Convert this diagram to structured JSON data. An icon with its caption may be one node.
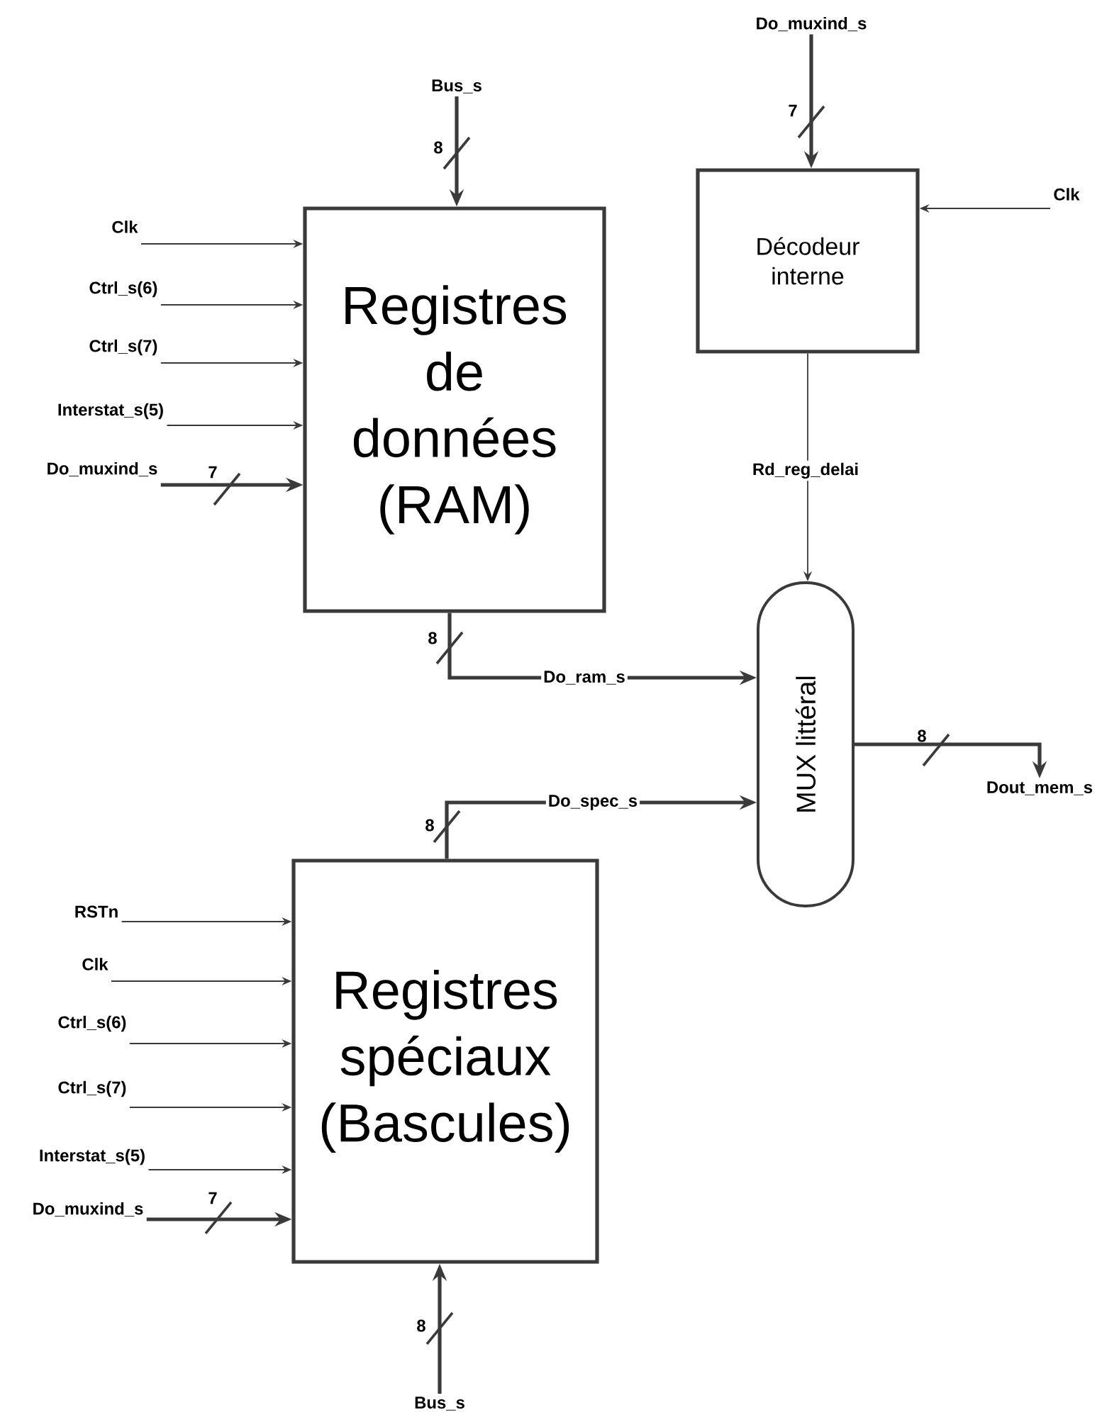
{
  "diagram": {
    "nodes": [
      {
        "text": [
          "Bus_s"
        ]
      },
      {
        "text": [
          "Clk"
        ]
      },
      {
        "text": [
          "Ctrl_s(6)"
        ]
      },
      {
        "text": [
          "Ctrl_s(7)"
        ]
      },
      {
        "text": [
          "Interstat_s(5)"
        ]
      },
      {
        "text": [
          "Do_muxind_s"
        ]
      },
      {
        "text": [
          "Registres de données (RAM)"
        ]
      },
      {
        "text": [
          "Do_muxind_s"
        ]
      },
      {
        "text": [
          "Clk"
        ]
      },
      {
        "text": [
          "Décodeur interne"
        ]
      },
      {
        "text": [
          "MUX littéral"
        ]
      },
      {
        "text": [
          "Dout_mem_s"
        ]
      },
      {
        "text": [
          "RSTn"
        ]
      },
      {
        "text": [
          "Clk"
        ]
      },
      {
        "text": [
          "Ctrl_s(6)"
        ]
      },
      {
        "text": [
          "Ctrl_s(7)"
        ]
      },
      {
        "text": [
          "Interstat_s(5)"
        ]
      },
      {
        "text": [
          "Do_muxind_s"
        ]
      },
      {
        "text": [
          "Registres spéciaux (Bascules)"
        ]
      },
      {
        "text": [
          "Bus_s"
        ]
      }
    ],
    "edges": [
      {
        "from": 0,
        "to": 6,
        "arrow": "to",
        "style": "thick"
      },
      {
        "from": 1,
        "to": 6,
        "arrow": "to"
      },
      {
        "from": 2,
        "to": 6,
        "arrow": "to"
      },
      {
        "from": 3,
        "to": 6,
        "arrow": "to"
      },
      {
        "from": 4,
        "to": 6,
        "arrow": "to"
      },
      {
        "from": 5,
        "to": 6,
        "arrow": "to",
        "style": "thick"
      },
      {
        "from": 7,
        "to": 9,
        "arrow": "to",
        "style": "thick"
      },
      {
        "from": 8,
        "to": 9,
        "arrow": "to"
      },
      {
        "from": 9,
        "to": 10,
        "arrow": "to",
        "label": "Rd_reg_delai"
      },
      {
        "from": 6,
        "to": 10,
        "arrow": "to",
        "style": "thick",
        "label": "Do_ram_s"
      },
      {
        "from": 18,
        "to": 10,
        "arrow": "to",
        "style": "thick",
        "label": "Do_spec_s"
      },
      {
        "from": 10,
        "to": 11,
        "arrow": "to",
        "style": "thick"
      },
      {
        "from": 12,
        "to": 18,
        "arrow": "to"
      },
      {
        "from": 13,
        "to": 18,
        "arrow": "to"
      },
      {
        "from": 14,
        "to": 18,
        "arrow": "to"
      },
      {
        "from": 15,
        "to": 18,
        "arrow": "to"
      },
      {
        "from": 16,
        "to": 18,
        "arrow": "to"
      },
      {
        "from": 17,
        "to": 18,
        "arrow": "to",
        "style": "thick"
      },
      {
        "from": 19,
        "to": 18,
        "arrow": "to",
        "style": "thick"
      }
    ],
    "labels": [
      "7",
      "8",
      "7",
      "8",
      "8",
      "8",
      "7",
      "8"
    ]
  }
}
